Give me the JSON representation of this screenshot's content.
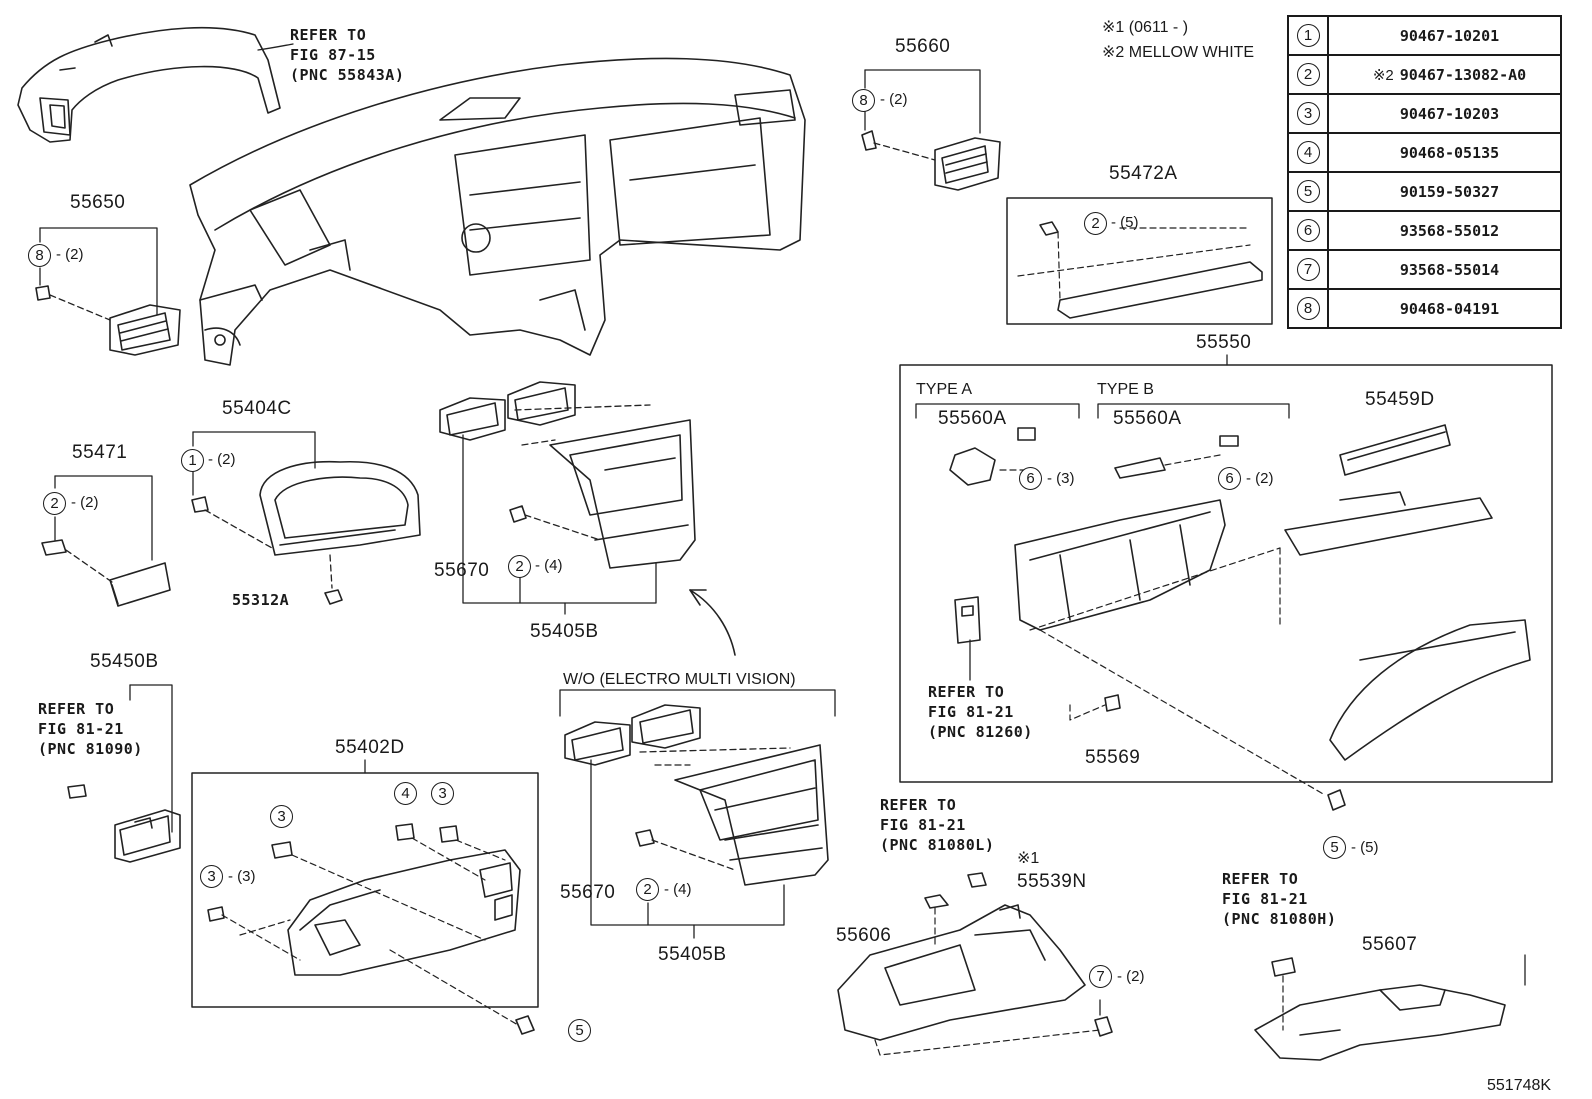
{
  "diagram_id": "551748K",
  "notes": {
    "note1": "※1 (0611 -          )",
    "note2": "※2 MELLOW WHITE"
  },
  "table": [
    {
      "num": "1",
      "part": "90467-10201",
      "note": ""
    },
    {
      "num": "2",
      "part": "90467-13082-A0",
      "note": "※2"
    },
    {
      "num": "3",
      "part": "90467-10203",
      "note": ""
    },
    {
      "num": "4",
      "part": "90468-05135",
      "note": ""
    },
    {
      "num": "5",
      "part": "90159-50327",
      "note": ""
    },
    {
      "num": "6",
      "part": "93568-55012",
      "note": ""
    },
    {
      "num": "7",
      "part": "93568-55014",
      "note": ""
    },
    {
      "num": "8",
      "part": "90468-04191",
      "note": ""
    }
  ],
  "refs": {
    "duct": "REFER TO\nFIG 87-15\n(PNC 55843A)",
    "r81090": "REFER TO\nFIG 81-21\n(PNC 81090)",
    "r81260": "REFER TO\nFIG 81-21\n(PNC 81260)",
    "r81080l": "REFER TO\nFIG 81-21\n(PNC 81080L)",
    "r81080h": "REFER TO\nFIG 81-21\n(PNC 81080H)"
  },
  "labels": {
    "type_a": "TYPE A",
    "type_b": "TYPE B",
    "wo_emv": "W/O (ELECTRO MULTI VISION)",
    "note_mark": "※1"
  },
  "parts": {
    "p55660": "55660",
    "p55650": "55650",
    "p55472a": "55472A",
    "p55550": "55550",
    "p55404c": "55404C",
    "p55471": "55471",
    "p55312a": "55312A",
    "p55670a": "55670",
    "p55405ba": "55405B",
    "p55560aa": "55560A",
    "p55560ab": "55560A",
    "p55459d": "55459D",
    "p55569": "55569",
    "p55450b": "55450B",
    "p55402d": "55402D",
    "p55670b": "55670",
    "p55405bb": "55405B",
    "p55539n": "55539N",
    "p55606": "55606",
    "p55607": "55607"
  },
  "callouts": {
    "c8a": "8",
    "q8a": "- (2)",
    "c8b": "8",
    "q8b": "- (2)",
    "c2a": "2",
    "q2a": "- (5)",
    "c1a": "1",
    "q1a": "- (2)",
    "c2b": "2",
    "q2b": "- (2)",
    "c2c": "2",
    "q2c": "- (4)",
    "c6a": "6",
    "q6a": "- (3)",
    "c6b": "6",
    "q6b": "- (2)",
    "c5a": "5",
    "q5a": "- (5)",
    "c3a": "3",
    "c3b": "3",
    "q3b": "- (3)",
    "c4a": "4",
    "c3c": "3",
    "c2d": "2",
    "q2d": "- (4)",
    "c5b": "5",
    "c7a": "7",
    "q7a": "- (2)"
  }
}
